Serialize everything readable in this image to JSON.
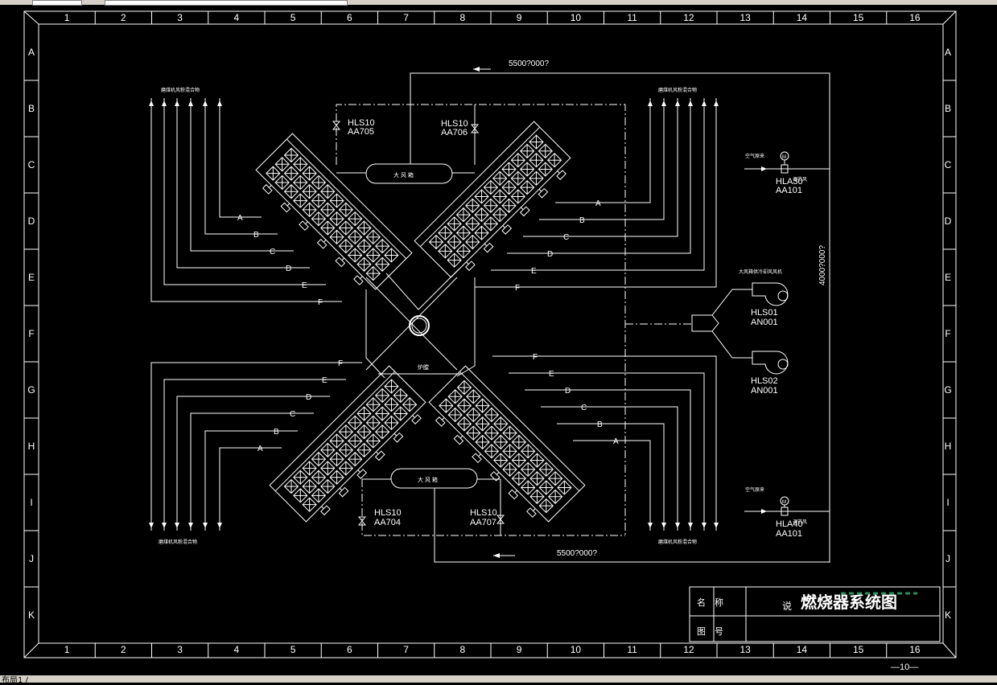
{
  "grid": {
    "columns": [
      "1",
      "2",
      "3",
      "4",
      "5",
      "6",
      "7",
      "8",
      "9",
      "10",
      "11",
      "12",
      "13",
      "14",
      "15",
      "16"
    ],
    "rows": [
      "A",
      "B",
      "C",
      "D",
      "E",
      "F",
      "G",
      "H",
      "I",
      "J",
      "K"
    ]
  },
  "drawing": {
    "title_main": "燃烧器系统图",
    "title_prefix": "说",
    "label_name": "名　称",
    "label_drawing_no": "图　号",
    "sheet_number": "—10—",
    "layout_tab": "布局1 /"
  },
  "pipes": {
    "top_size": "5500?000?",
    "bottom_size": "5500?000?",
    "right_size": "4000?000?",
    "top_left_tag": "磨煤机风粉混合物",
    "top_right_tag": "磨煤机风粉混合物",
    "bottom_left_tag": "磨煤机风粉混合物",
    "bottom_right_tag": "磨煤机风粉混合物",
    "air_in_top": "空气原来",
    "air_in_bottom": "空气原来",
    "fan_header": "大风箱供冷却风风机",
    "windbox_top": "大 风 箱",
    "windbox_bottom": "大 风 箱",
    "furnace": "炉膛"
  },
  "valves": [
    {
      "tag": "HLS10",
      "code": "AA705"
    },
    {
      "tag": "HLS10",
      "code": "AA706"
    },
    {
      "tag": "HLS10",
      "code": "AA704"
    },
    {
      "tag": "HLS10",
      "code": "AA707"
    },
    {
      "tag": "HLA30",
      "code": "AA101",
      "note": "调节风"
    },
    {
      "tag": "HLA40",
      "code": "AA101",
      "note": "调节风"
    }
  ],
  "fans": [
    {
      "tag": "HLS01",
      "code": "AN001"
    },
    {
      "tag": "HLS02",
      "code": "AN001"
    }
  ],
  "burner_levels": [
    "A",
    "B",
    "C",
    "D",
    "E",
    "F"
  ],
  "motor_symbol": "M"
}
